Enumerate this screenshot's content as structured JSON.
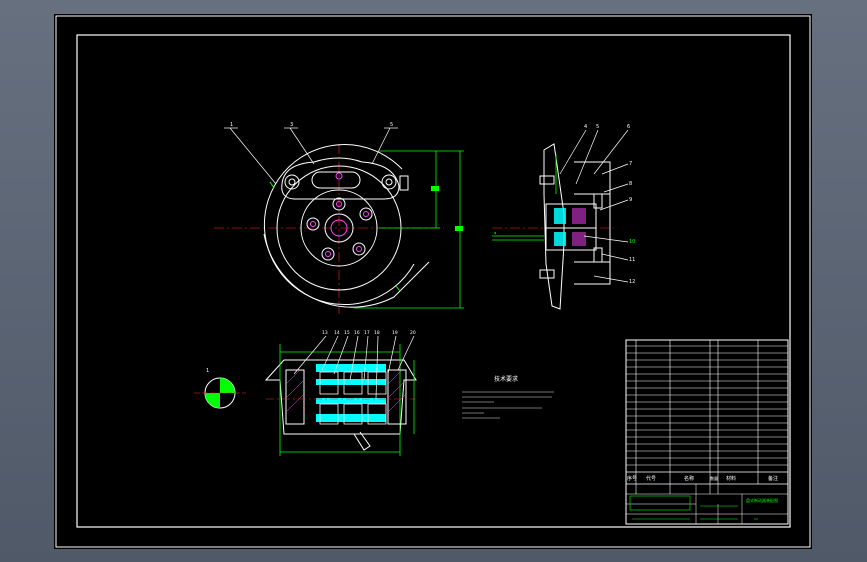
{
  "colors": {
    "background": "#000000",
    "line": "#ffffff",
    "center_line": "#ff2020",
    "dimension": "#00ff00",
    "section_fill": "#00ffff",
    "hatch": "#ff40ff",
    "note_text": "#ffffff"
  },
  "notes": {
    "title": "技术要求"
  },
  "labels": {
    "section_label": "1"
  },
  "callouts": {
    "front_view": [
      "1",
      "3",
      "5"
    ],
    "side_view": [
      "4",
      "5",
      "6",
      "7",
      "8",
      "9",
      "10",
      "11",
      "12"
    ],
    "bottom_view": [
      "13",
      "14",
      "15",
      "16",
      "17",
      "18",
      "19",
      "20"
    ]
  },
  "title_block": {
    "header_seq": "序号",
    "header_code": "代号",
    "header_name": "名称",
    "header_qty": "数量",
    "header_material": "材料",
    "header_remark": "备注",
    "drawing_title": "盘式制动器装配图"
  }
}
